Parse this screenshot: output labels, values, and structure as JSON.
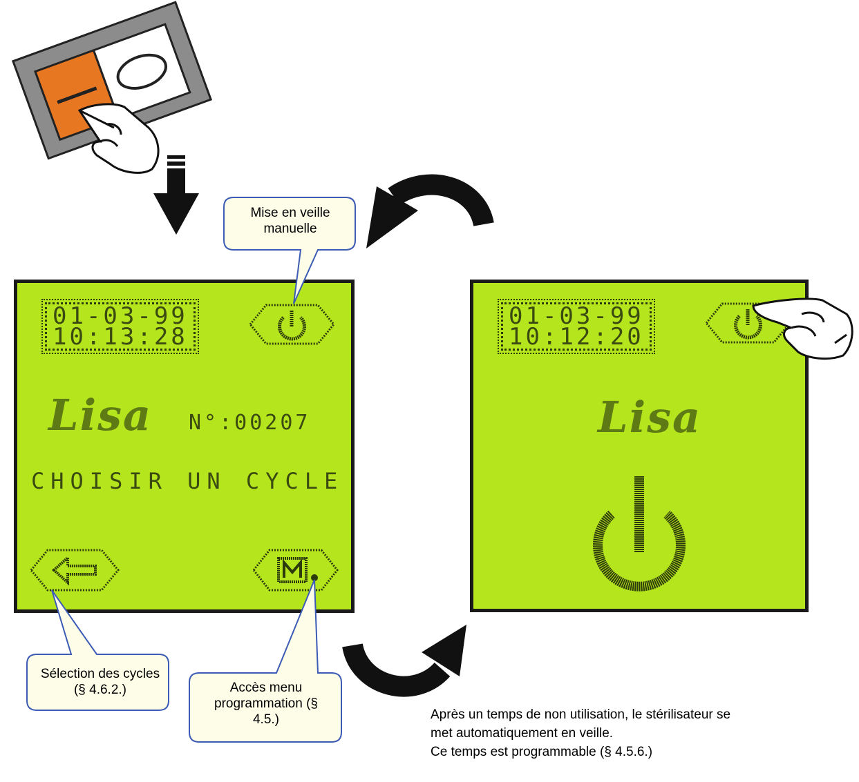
{
  "left_screen": {
    "date": "01-03-99",
    "time": "10:13:28",
    "brand": "Lisa",
    "serial": "N°:00207",
    "message": "CHOISIR UN CYCLE",
    "standby_icon": "power-icon",
    "cycle_icon": "arrow-left-icon",
    "menu_icon": "menu-m-icon"
  },
  "right_screen": {
    "date": "01-03-99",
    "time": "10:12:20",
    "brand": "Lisa",
    "standby_icon": "power-icon"
  },
  "switch": {
    "on_label": "I",
    "off_label": "O",
    "color_on": "#e87722"
  },
  "callouts": {
    "standby": "Mise en veille manuelle",
    "cycles": "Sélection des cycles (§ 4.6.2.)",
    "menu": "Accès menu programmation (§ 4.5.)"
  },
  "note": {
    "line1": "Après un temps de non utilisation, le stérilisateur se",
    "line2": "met automatiquement en veille.",
    "line3": "Ce temps est programmable (§ 4.5.6.)"
  },
  "colors": {
    "lcd": "#b5e51d",
    "callout_fill": "#fdfde8",
    "callout_border": "#3b5bb5"
  }
}
